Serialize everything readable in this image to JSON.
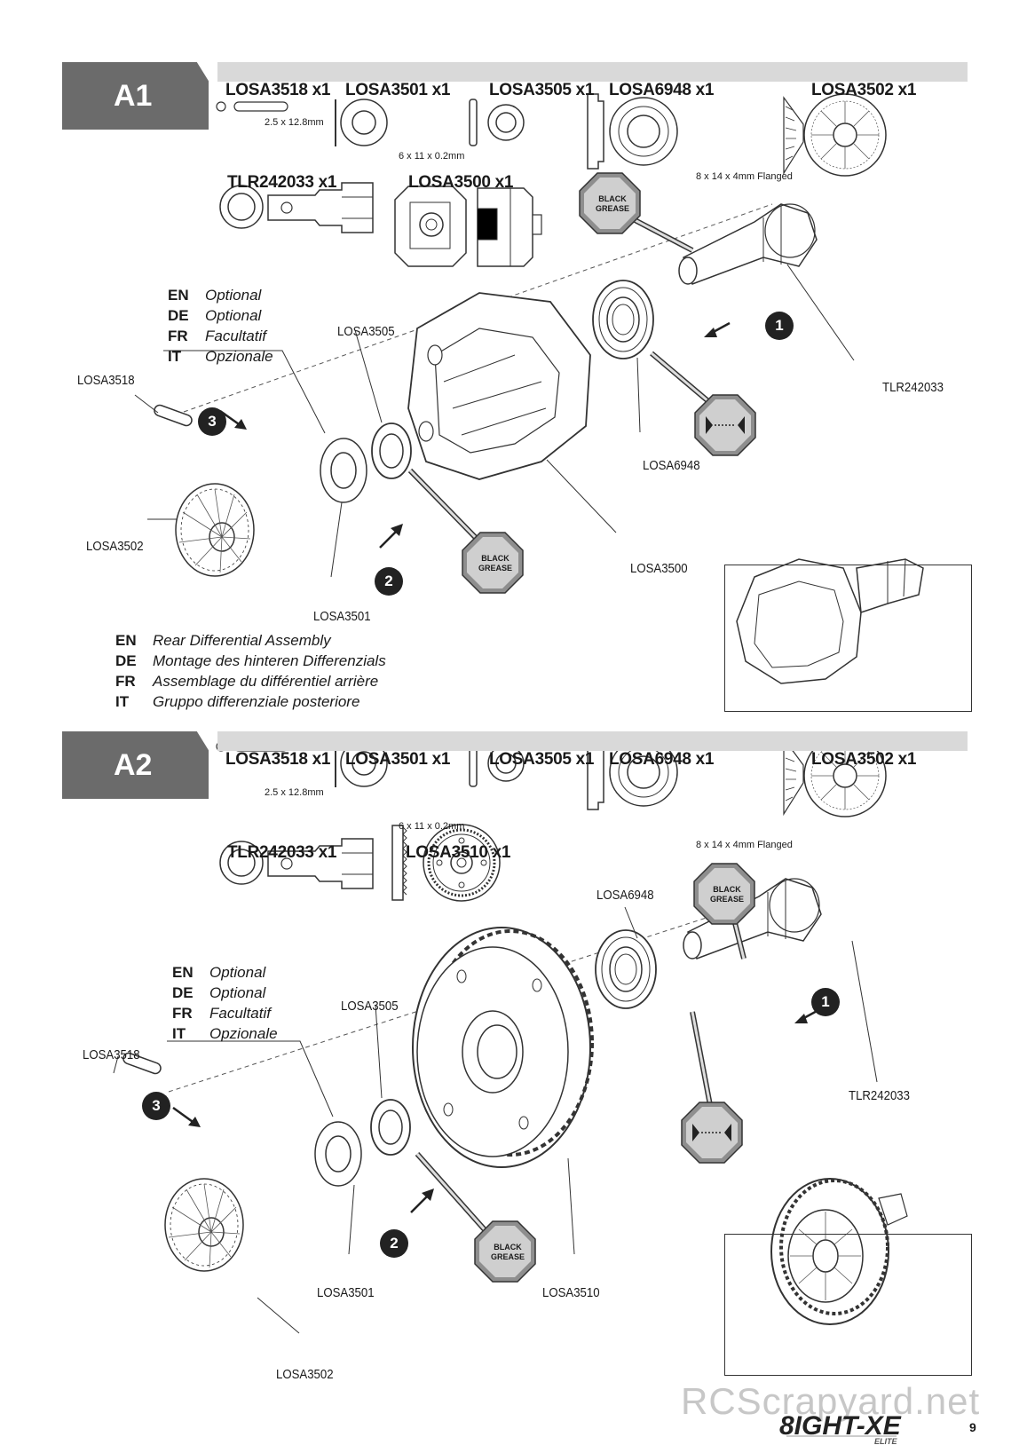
{
  "page_number": "9",
  "brand": "8IGHT-XE",
  "brand_sub": "ELITE",
  "watermark": "RCScrapyard.net",
  "grease_label_1": "BLACK",
  "grease_label_2": "GREASE",
  "step_a1": {
    "label": "A1",
    "parts": [
      {
        "pn": "LOSA3518 x1",
        "dim": "2.5 x 12.8mm"
      },
      {
        "pn": "LOSA3501 x1",
        "dim": "6 x 11 x 0.2mm"
      },
      {
        "pn": "LOSA3505 x1"
      },
      {
        "pn": "LOSA6948 x1",
        "dim": "8 x 14 x 4mm Flanged"
      },
      {
        "pn": "LOSA3502 x1"
      },
      {
        "pn": "TLR242033 x1"
      },
      {
        "pn": "LOSA3500 x1"
      }
    ],
    "optional": [
      {
        "code": "EN",
        "text": "Optional"
      },
      {
        "code": "DE",
        "text": "Optional"
      },
      {
        "code": "FR",
        "text": "Facultatif"
      },
      {
        "code": "IT",
        "text": "Opzionale"
      }
    ],
    "callouts": {
      "c1": "LOSA3505",
      "c2": "LOSA3518",
      "c3": "TLR242033",
      "c4": "LOSA6948",
      "c5": "LOSA3502",
      "c6": "LOSA3500",
      "c7": "LOSA3501"
    },
    "steps": [
      "1",
      "2",
      "3"
    ],
    "title": [
      {
        "code": "EN",
        "text": "Rear Differential Assembly"
      },
      {
        "code": "DE",
        "text": "Montage des hinteren Differenzials"
      },
      {
        "code": "FR",
        "text": "Assemblage du différentiel arrière"
      },
      {
        "code": "IT",
        "text": "Gruppo differenziale posteriore"
      }
    ]
  },
  "step_a2": {
    "label": "A2",
    "parts": [
      {
        "pn": "LOSA3518 x1",
        "dim": "2.5 x 12.8mm"
      },
      {
        "pn": "LOSA3501 x1",
        "dim": "6 x 11 x 0.2mm"
      },
      {
        "pn": "LOSA3505 x1"
      },
      {
        "pn": "LOSA6948 x1",
        "dim": "8 x 14 x 4mm Flanged"
      },
      {
        "pn": "LOSA3502 x1"
      },
      {
        "pn": "TLR242033 x1"
      },
      {
        "pn": "LOSA3510 x1"
      }
    ],
    "optional": [
      {
        "code": "EN",
        "text": "Optional"
      },
      {
        "code": "DE",
        "text": "Optional"
      },
      {
        "code": "FR",
        "text": "Facultatif"
      },
      {
        "code": "IT",
        "text": "Opzionale"
      }
    ],
    "callouts": {
      "c1": "LOSA6948",
      "c2": "LOSA3505",
      "c3": "LOSA3518",
      "c4": "TLR242033",
      "c5": "LOSA3501",
      "c6": "LOSA3510",
      "c7": "LOSA3502"
    },
    "steps": [
      "1",
      "2",
      "3"
    ]
  }
}
